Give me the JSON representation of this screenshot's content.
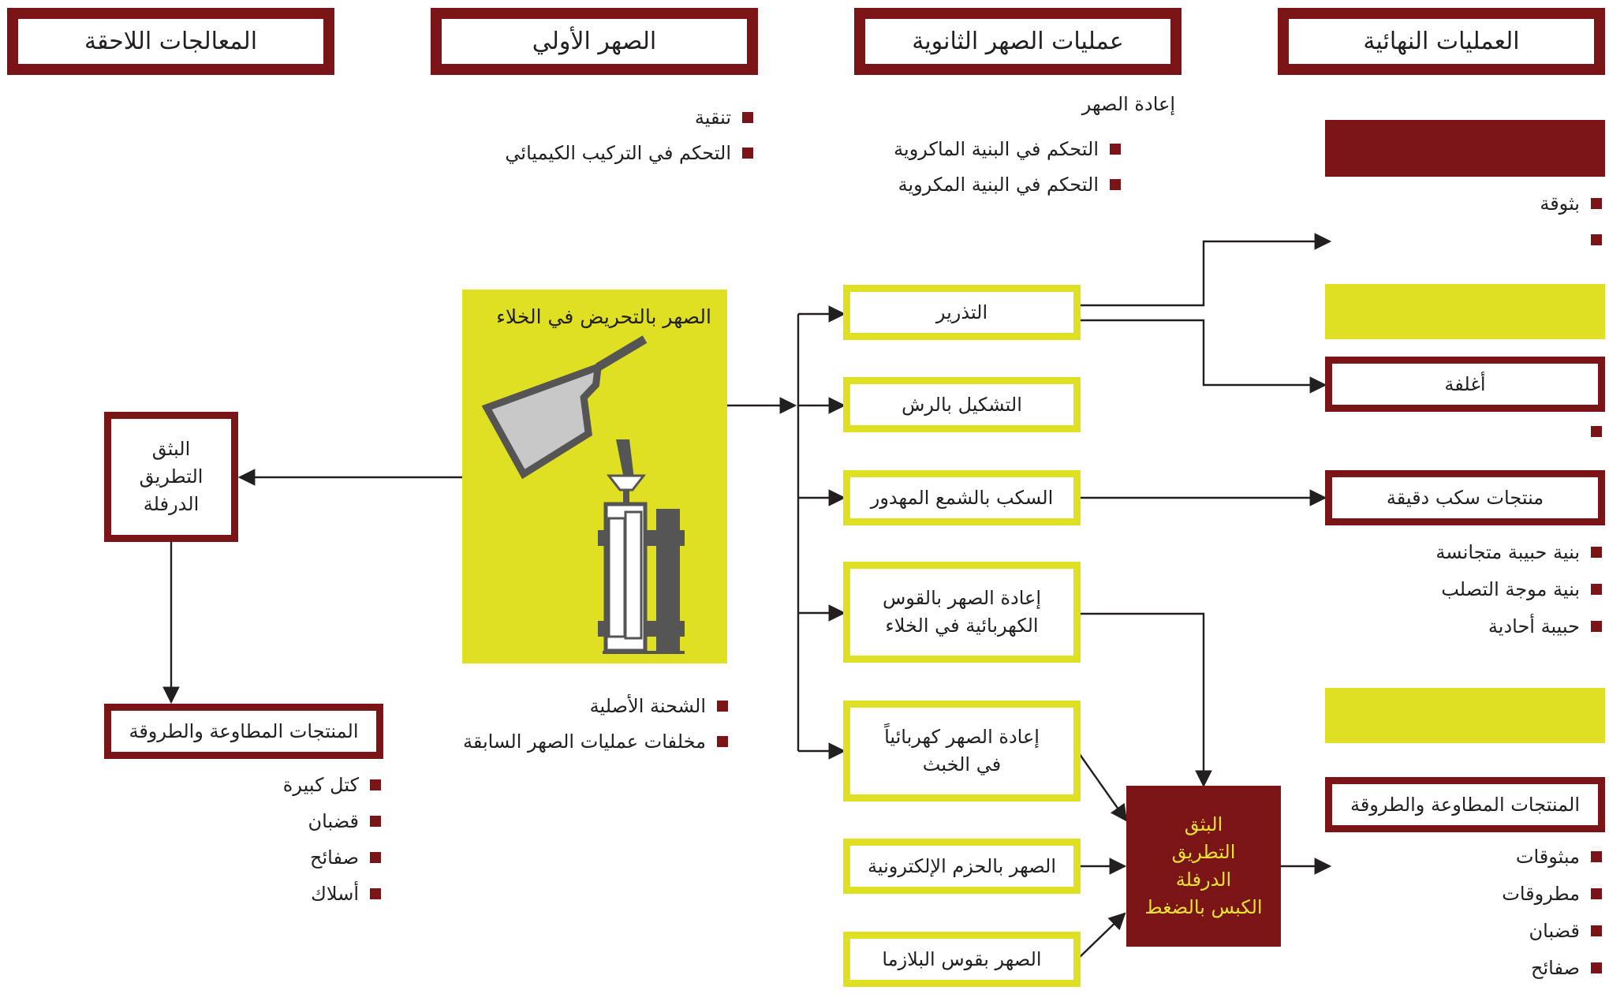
{
  "headers": {
    "final_processes": "العمليات النهائية",
    "secondary_melting": "عمليات الصهر الثانوية",
    "primary_melting": "الصهر الأولي",
    "post_processing": "المعالجات اللاحقة"
  },
  "primary": {
    "bullets_top": [
      "تنقية",
      "التحكم في التركيب الكيميائي"
    ],
    "vim_label": "الصهر بالتحريض في الخلاء",
    "bullets_bottom": [
      "الشحنة الأصلية",
      "مخلفات عمليات الصهر السابقة"
    ]
  },
  "secondary": {
    "remelt_label": "إعادة الصهر",
    "bullets": [
      "التحكم في البنية الماكروية",
      "التحكم في البنية المكروية"
    ],
    "atomization": "التذرير",
    "spray_forming": "التشكيل بالرش",
    "investment_casting": "السكب بالشمع المهدور",
    "var": [
      "إعادة الصهر بالقوس",
      "الكهربائية في الخلاء"
    ],
    "esr": [
      "إعادة الصهر كهربائياً",
      "في الخبث"
    ],
    "ebm": "الصهر بالحزم الإلكترونية",
    "pam": "الصهر بقوس البلازما",
    "hot_work": [
      "البثق",
      "التطريق",
      "الدرفلة",
      "الكبس بالضغط"
    ]
  },
  "post": {
    "process": [
      "البثق",
      "التطريق",
      "الدرفلة"
    ],
    "products_title": "المنتجات المطاوعة والطروقة",
    "products": [
      "كتل كبيرة",
      "قضبان",
      "صفائح",
      "أسلاك"
    ]
  },
  "final": {
    "powder_bullets": [
      "بثوقة",
      ""
    ],
    "coatings": "أغلفة",
    "coatings_bullets": [
      ""
    ],
    "fine_castings": "منتجات سكب دقيقة",
    "casting_bullets": [
      "بنية حبيبة متجانسة",
      "بنية موجة التصلب",
      "حبيبة أحادية"
    ],
    "wrought_title": "المنتجات المطاوعة والطروقة",
    "wrought_bullets": [
      "مبثوقات",
      "مطروقات",
      "قضبان",
      "صفائح"
    ]
  },
  "colors": {
    "dark_red": "#7a1416",
    "yellow": "#dfe022",
    "ink": "#231f20"
  }
}
